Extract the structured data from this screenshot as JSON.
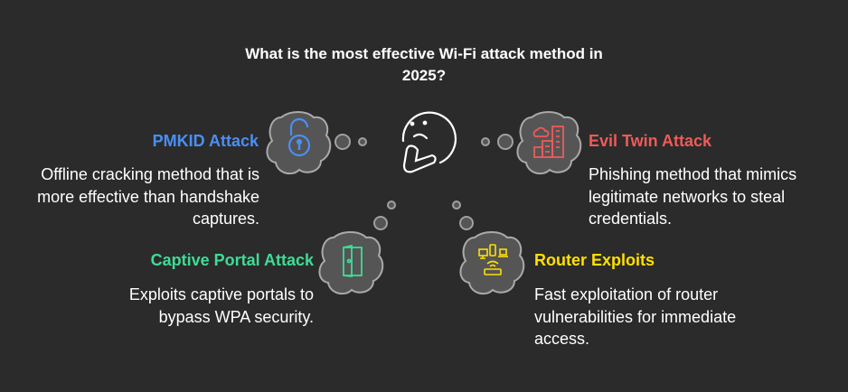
{
  "title": "What is the most effective Wi-Fi attack method in 2025?",
  "colors": {
    "background": "#2b2b2b",
    "blue": "#4a8ff5",
    "red": "#f05a5a",
    "green": "#3ddc97",
    "yellow": "#ffe000"
  },
  "items": [
    {
      "name": "PMKID Attack",
      "description": "Offline cracking method that is more effective than handshake captures.",
      "icon": "unlocked-padlock-icon"
    },
    {
      "name": "Evil Twin Attack",
      "description": "Phishing method that mimics legitimate networks to steal credentials.",
      "icon": "cloud-buildings-icon"
    },
    {
      "name": "Captive Portal Attack",
      "description": "Exploits captive portals to bypass WPA security.",
      "icon": "open-door-icon"
    },
    {
      "name": "Router Exploits",
      "description": "Fast exploitation of router vulnerabilities for immediate access.",
      "icon": "router-devices-icon"
    }
  ]
}
